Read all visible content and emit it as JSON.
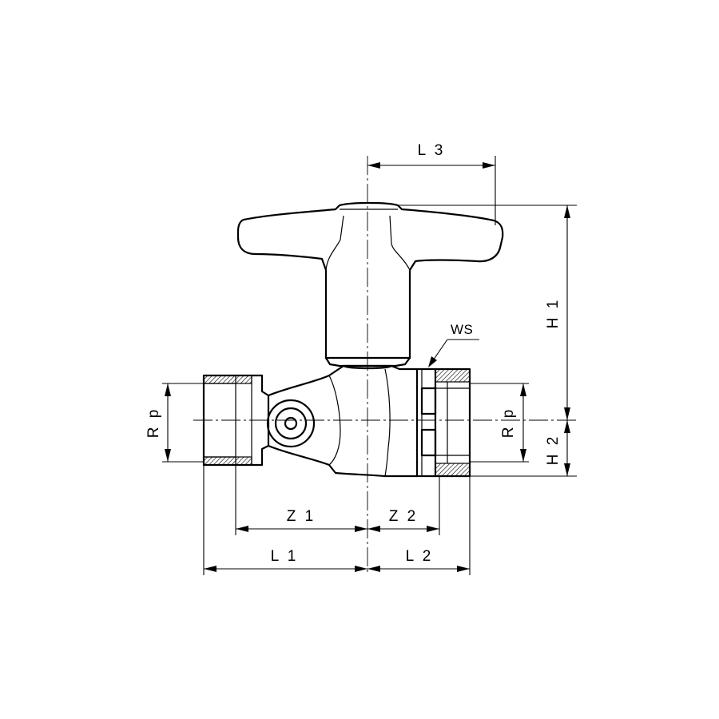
{
  "labels": {
    "l3": "L 3",
    "h1": "H 1",
    "h2": "H 2",
    "ws": "WS",
    "rp_left": "R p",
    "rp_right": "R p",
    "z1": "Z 1",
    "z2": "Z 2",
    "l1": "L 1",
    "l2": "L 2"
  }
}
